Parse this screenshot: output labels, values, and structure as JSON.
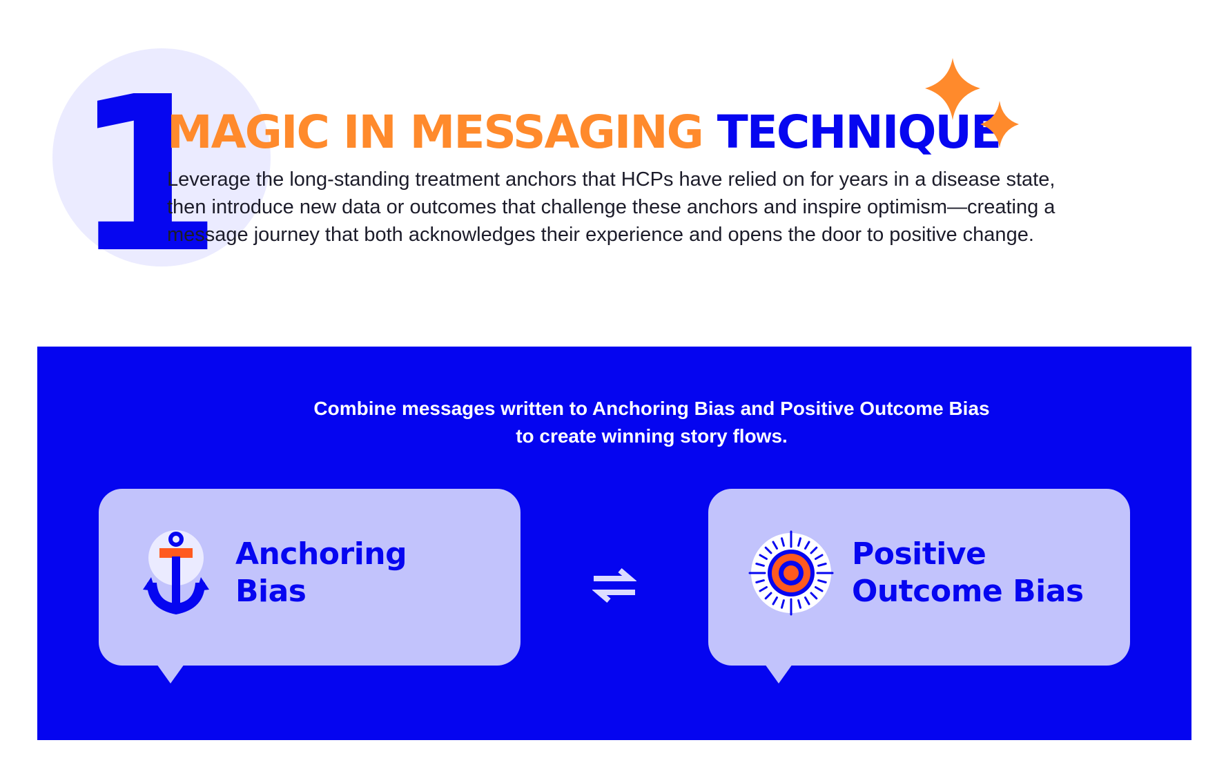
{
  "header": {
    "number": "1",
    "title_accent": "MAGIC IN MESSAGING",
    "title_main": "TECHNIQUE",
    "description": "Leverage the long-standing treatment anchors that HCPs have relied on for years in a disease state, then introduce new data or outcomes that challenge these anchors and inspire optimism—creating a message journey that both acknowledges their experience and opens the door to positive change.",
    "icons": [
      "sparkle-icon",
      "sparkle-icon"
    ]
  },
  "panel": {
    "intro": "Combine messages written to Anchoring Bias and Positive Outcome Bias to create winning story flows.",
    "left_card": {
      "icon": "anchor-icon",
      "label_line1": "Anchoring",
      "label_line2": "Bias"
    },
    "connector_icon": "swap-arrows-icon",
    "right_card": {
      "icon": "target-icon",
      "label_line1": "Positive",
      "label_line2": "Outcome Bias"
    }
  },
  "colors": {
    "brand_blue": "#0606f0",
    "accent_orange": "#ff8a2c",
    "card_lavender": "#c2c3fc",
    "circle_tint": "#ebebff",
    "icon_dark_orange": "#ff5a1f"
  }
}
